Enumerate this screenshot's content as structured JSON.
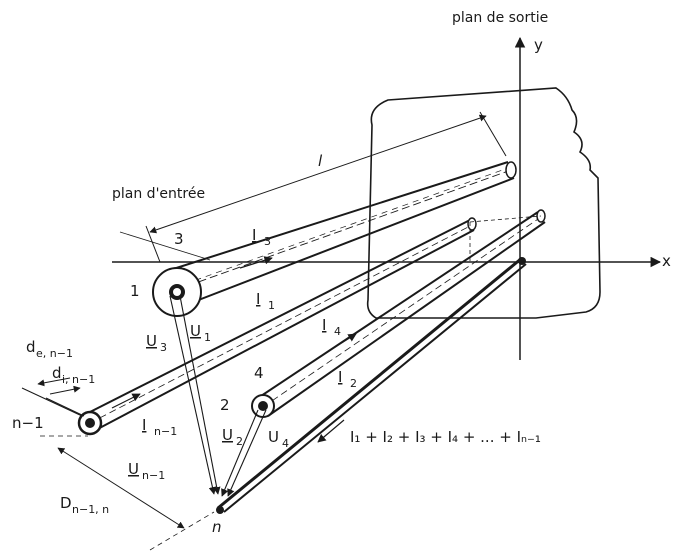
{
  "labels": {
    "plan_sortie": "plan de sortie",
    "plan_entree": "plan d'entrée",
    "axis_y": "y",
    "axis_x": "x",
    "length": "l",
    "num_1": "1",
    "num_2": "2",
    "num_3": "3",
    "num_4": "4",
    "node_n": "n",
    "n_minus_1": "n−1",
    "I3": "I",
    "I3_sub": "3",
    "I1": "I",
    "I1_sub": "1",
    "I4": "I",
    "I4_sub": "4",
    "I2": "I",
    "I2_sub": "2",
    "In1": "I",
    "In1_sub": "n−1",
    "U1": "U",
    "U1_sub": "1",
    "U2": "U",
    "U2_sub": "2",
    "U3": "U",
    "U3_sub": "3",
    "U4": "U",
    "U4_sub": "4",
    "Un1": "U",
    "Un1_sub": "n−1",
    "de": "d",
    "de_sub": "e, n−1",
    "di": "d",
    "di_sub": "i, n−1",
    "D": "D",
    "D_sub": "n−1, n",
    "sum_formula": "I₁ + I₂ + I₃ + I₄ + ... + Iₙ₋₁"
  },
  "colors": {
    "ink": "#1a1a1a",
    "paper": "#ffffff"
  }
}
